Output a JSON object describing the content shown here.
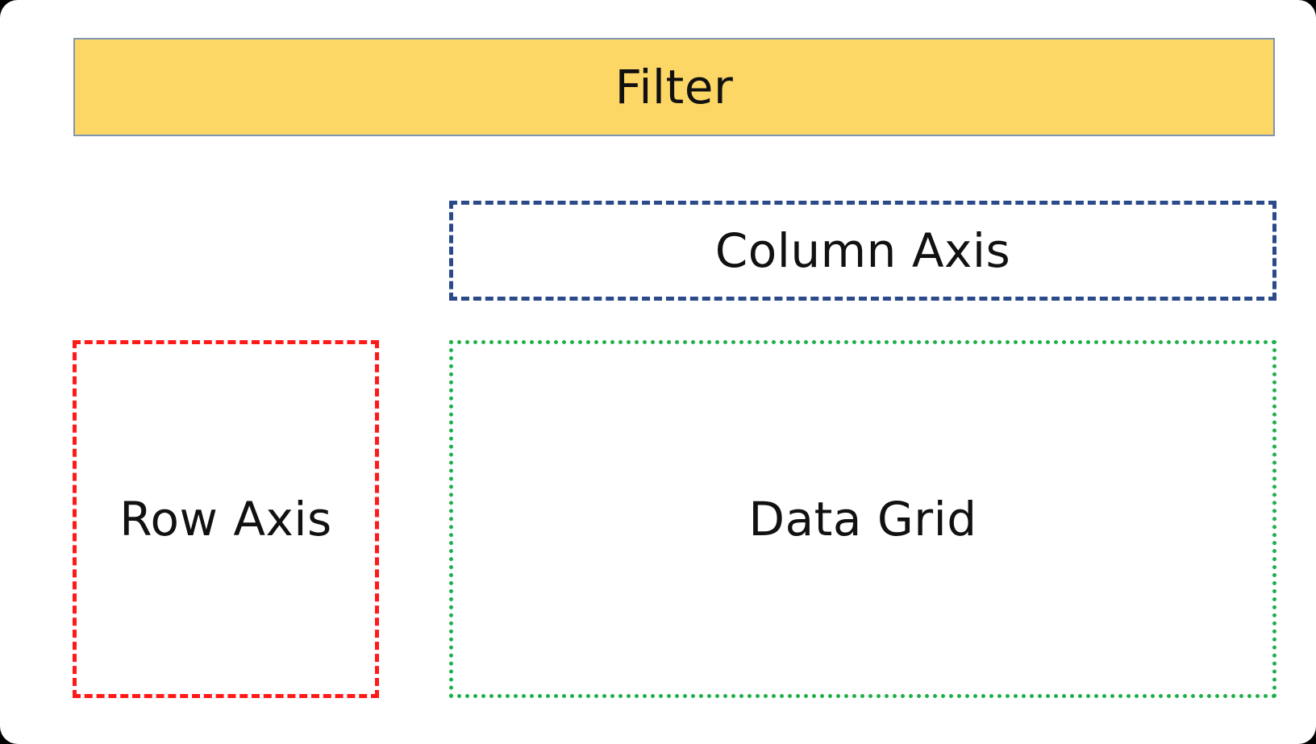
{
  "diagram": {
    "filter": {
      "label": "Filter",
      "fill_color": "#fdd766",
      "border_color": "#7f95b3"
    },
    "column_axis": {
      "label": "Column Axis",
      "border_color": "#2c4a8a",
      "border_style": "dashed"
    },
    "row_axis": {
      "label": "Row Axis",
      "border_color": "#ff1a1a",
      "border_style": "dashed"
    },
    "data_grid": {
      "label": "Data Grid",
      "border_color": "#1fb04a",
      "border_style": "dotted"
    }
  }
}
